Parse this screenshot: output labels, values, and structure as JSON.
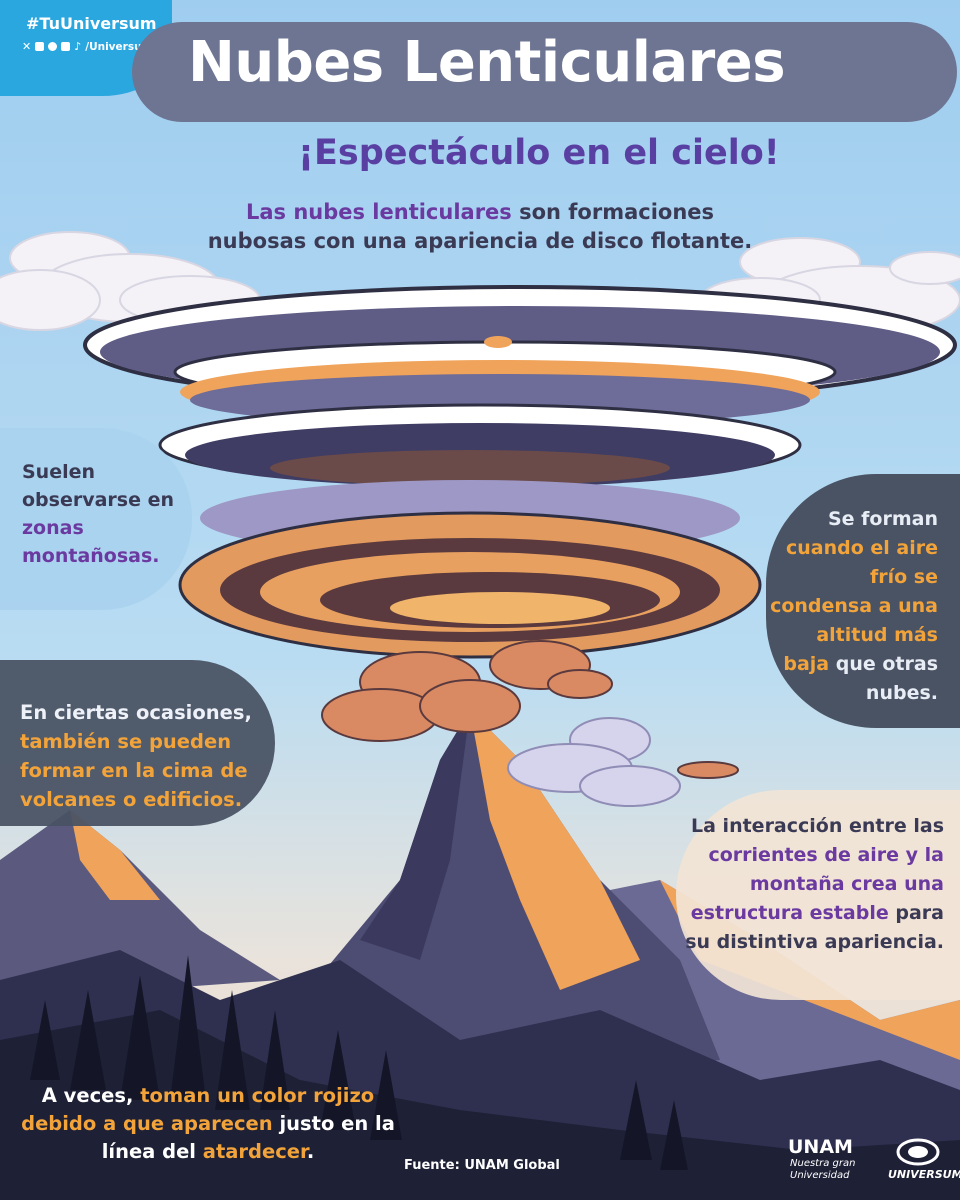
{
  "branding": {
    "hashtag": "#TuUniversum",
    "social_handle": "/UniversumMuseo",
    "unam_name": "UNAM",
    "unam_tagline": "Nuestra gran Universidad",
    "museum_name": "UNIVERSUM"
  },
  "header": {
    "title": "Nubes Lenticulares",
    "subtitle": "¡Espectáculo en el cielo!"
  },
  "intro": {
    "highlight": "Las nubes lenticulares",
    "rest_line1": " son formaciones",
    "line2": "nubosas con una apariencia de disco  flotante."
  },
  "facts": {
    "mountains": {
      "plain": "Suelen observarse en",
      "highlight": "zonas montañosas."
    },
    "formation": {
      "plain_before": "Se forman",
      "highlight": "cuando el aire frío se condensa a una altitud más baja",
      "plain_after": "que otras nubes."
    },
    "volcanoes": {
      "plain": "En ciertas ocasiones,",
      "highlight": "también se pueden formar en la cima de volcanes o edificios."
    },
    "interaction": {
      "plain_before": "La interacción entre las",
      "highlight": "corrientes de aire y la montaña crea una estructura estable",
      "plain_after": "para su distintiva apariencia."
    },
    "sunset": {
      "plain_before": "A veces,",
      "highlight1": "toman un color rojizo debido a que aparecen",
      "plain_mid": "justo en la línea del",
      "highlight2": "atardecer",
      "plain_after": "."
    }
  },
  "source": "Fuente: UNAM Global",
  "colors": {
    "sky": "#a9d2ef",
    "title_banner": "#6d7592",
    "subtitle": "#5a3fa2",
    "purple_highlight": "#6b3aa0",
    "orange_highlight": "#f2a33a",
    "dark_box": "#4a5364",
    "twitter_blue": "#2ba7e0"
  },
  "icons": [
    "x-icon",
    "youtube-icon",
    "instagram-icon",
    "facebook-icon",
    "tiktok-icon",
    "unam-logo",
    "universum-logo"
  ]
}
